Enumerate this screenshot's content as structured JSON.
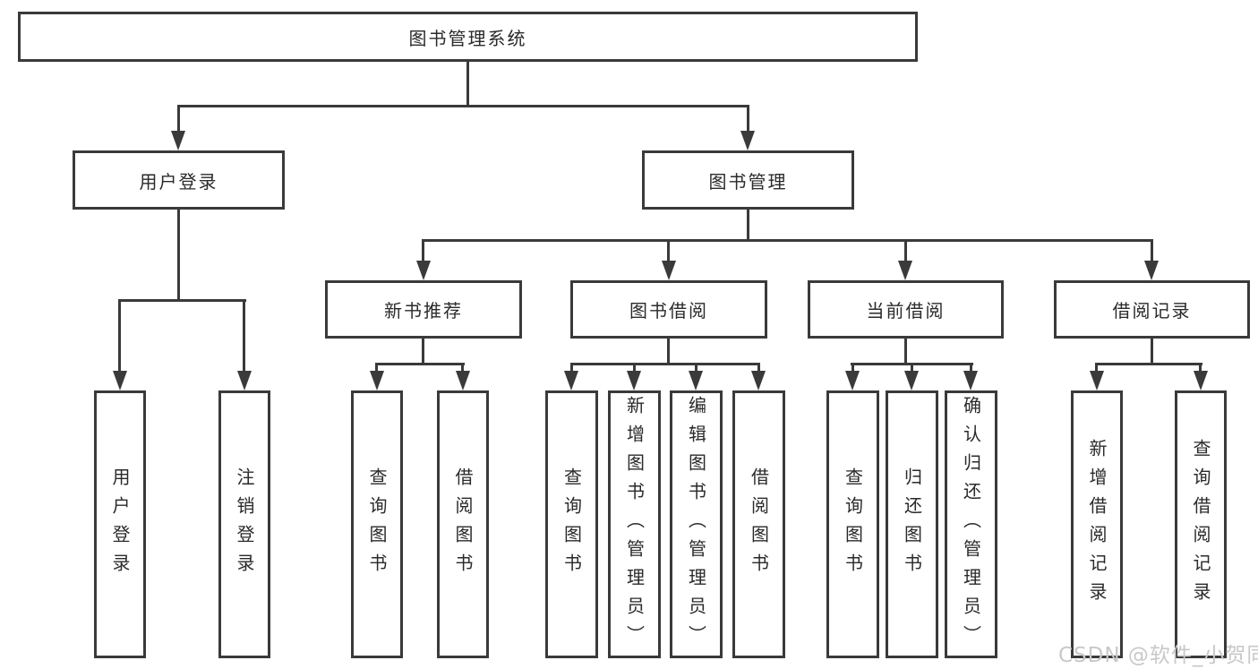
{
  "diagram": {
    "type": "hierarchy-tree",
    "root": {
      "label": "图书管理系统"
    },
    "level2": [
      {
        "label": "用户登录",
        "children": [
          {
            "label": "用户登录"
          },
          {
            "label": "注销登录"
          }
        ]
      },
      {
        "label": "图书管理",
        "children": [
          {
            "label": "新书推荐",
            "children": [
              {
                "label": "查询图书"
              },
              {
                "label": "借阅图书"
              }
            ]
          },
          {
            "label": "图书借阅",
            "children": [
              {
                "label": "查询图书"
              },
              {
                "label": "新增图书（管理员）"
              },
              {
                "label": "编辑图书（管理员）"
              },
              {
                "label": "借阅图书"
              }
            ]
          },
          {
            "label": "当前借阅",
            "children": [
              {
                "label": "查询图书"
              },
              {
                "label": "归还图书"
              },
              {
                "label": "确认归还（管理员）"
              }
            ]
          },
          {
            "label": "借阅记录",
            "children": [
              {
                "label": "新增借阅记录"
              },
              {
                "label": "查询借阅记录"
              }
            ]
          }
        ]
      }
    ]
  },
  "watermark": {
    "text": "CSDN @软件_小贺同学"
  },
  "colors": {
    "line": "#3a3a3a",
    "box_border": "#3a3a3a",
    "text": "#2a2a2a",
    "watermark": "#c8c8c8",
    "background": "#ffffff"
  }
}
